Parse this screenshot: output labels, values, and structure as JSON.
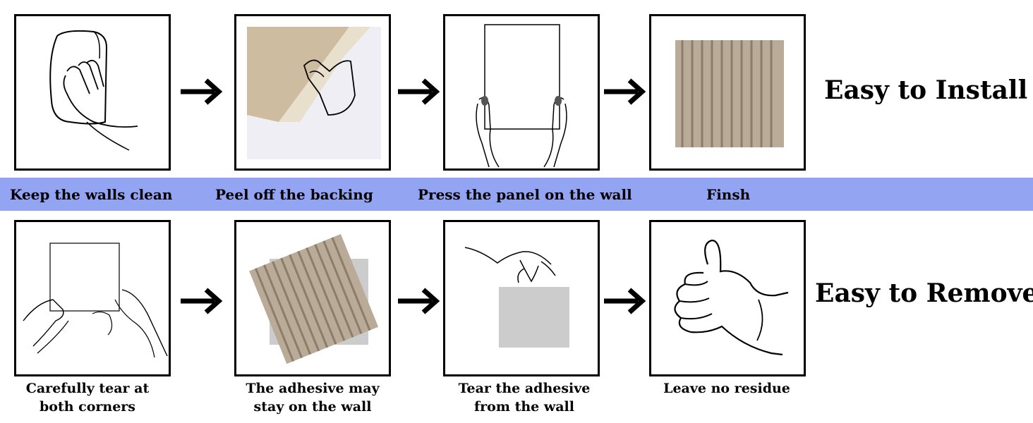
{
  "install": {
    "title": "Easy to Install",
    "steps": [
      "Keep the walls clean",
      "Peel off the backing",
      "Press the panel on the wall",
      "Finsh"
    ]
  },
  "remove": {
    "title": "Easy to Remove",
    "steps": [
      {
        "line1": "Carefully tear at",
        "line2": "both corners"
      },
      {
        "line1": "The adhesive may",
        "line2": "stay on the wall"
      },
      {
        "line1": "Tear the adhesive",
        "line2": "from the wall"
      },
      {
        "line1": "Leave no residue",
        "line2": ""
      }
    ]
  },
  "colors": {
    "band": "#93a4f3",
    "felt": "#b9ab97",
    "gray_square": "#cccccc"
  },
  "icons": [
    "hand-wiping-icon",
    "peel-backing-icon",
    "press-panel-icon",
    "finished-panel-icon",
    "tear-corners-icon",
    "adhesive-on-wall-icon",
    "tear-adhesive-icon",
    "thumbs-up-icon",
    "right-arrow-icon"
  ]
}
